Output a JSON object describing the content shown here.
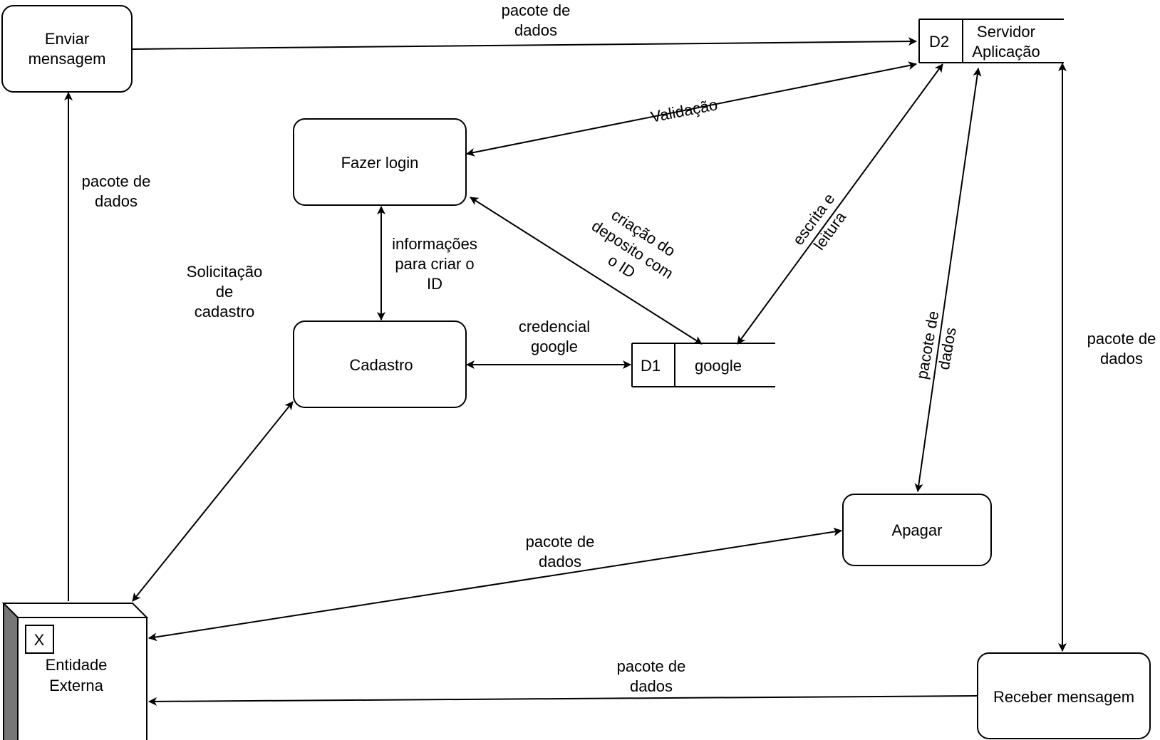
{
  "processes": {
    "enviar": [
      "Enviar",
      "mensagem"
    ],
    "login": "Fazer login",
    "cadastro": "Cadastro",
    "apagar": "Apagar",
    "receber": "Receber mensagem"
  },
  "stores": {
    "d1": {
      "id": "D1",
      "name": "google"
    },
    "d2": {
      "id": "D2",
      "name": [
        "Servidor",
        "Aplicação"
      ]
    }
  },
  "entity": {
    "marker": "X",
    "name": [
      "Entidade",
      "Externa"
    ]
  },
  "flows": {
    "enviar_to_d2": [
      "pacote de",
      "dados"
    ],
    "entity_to_enviar": [
      "pacote de",
      "dados"
    ],
    "validacao": "Validação",
    "login_cadastro": [
      "informações",
      "para criar o",
      "ID"
    ],
    "solicitacao": [
      "Solicitação",
      "de",
      "cadastro"
    ],
    "criacao": [
      "criação do",
      "deposito com",
      "o ID"
    ],
    "escrita": [
      "escrita e",
      "leitura"
    ],
    "credencial": [
      "credencial",
      "google"
    ],
    "d2_apagar": [
      "pacote de",
      "dados"
    ],
    "d2_receber": [
      "pacote de",
      "dados"
    ],
    "entity_apagar": [
      "pacote de",
      "dados"
    ],
    "receber_entity": [
      "pacote de",
      "dados"
    ]
  }
}
